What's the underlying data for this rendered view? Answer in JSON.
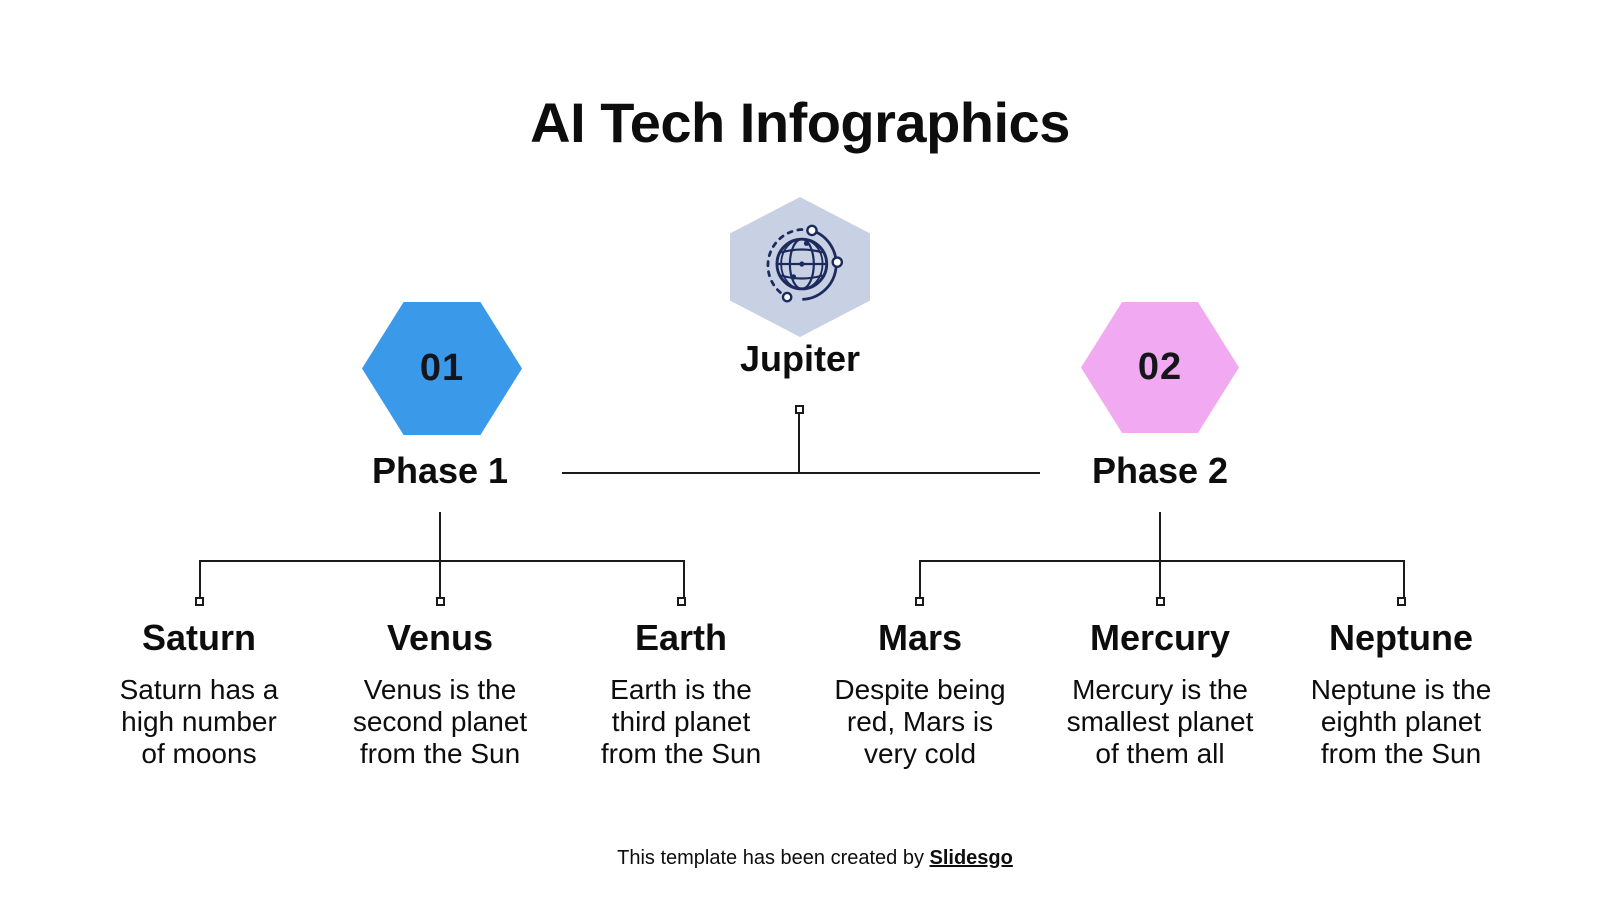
{
  "title": "AI Tech Infographics",
  "root": {
    "label": "Jupiter",
    "icon": "network-globe"
  },
  "phases": [
    {
      "number": "01",
      "label": "Phase 1",
      "hex_color": "#3a99e9",
      "planets": [
        {
          "name": "Saturn",
          "description": "Saturn has a high number of moons",
          "lines": [
            "Saturn has a",
            "high number",
            "of moons"
          ]
        },
        {
          "name": "Venus",
          "description": "Venus is the second planet from the Sun",
          "lines": [
            "Venus is the",
            "second planet",
            "from the Sun"
          ]
        },
        {
          "name": "Earth",
          "description": "Earth is the third planet from the Sun",
          "lines": [
            "Earth is the",
            "third planet",
            "from the Sun"
          ]
        }
      ]
    },
    {
      "number": "02",
      "label": "Phase 2",
      "hex_color": "#f1aaf1",
      "planets": [
        {
          "name": "Mars",
          "description": "Despite being red, Mars is very cold",
          "lines": [
            "Despite being",
            "red, Mars is",
            "very cold"
          ]
        },
        {
          "name": "Mercury",
          "description": "Mercury is the smallest planet of them all",
          "lines": [
            "Mercury is the",
            "smallest planet",
            "of them all"
          ]
        },
        {
          "name": "Neptune",
          "description": "Neptune is the eighth planet from the Sun",
          "lines": [
            "Neptune is the",
            "eighth planet",
            "from the Sun"
          ]
        }
      ]
    }
  ],
  "footer": {
    "text": "This template has been created by ",
    "brand": "Slidesgo"
  },
  "colors": {
    "root_hex_fill": "#c8d1e3",
    "icon_navy": "#1c2b5e",
    "phase1_blue": "#3a99e9",
    "phase2_pink": "#f1aaf1",
    "line": "#1a1a1a",
    "text": "#0d0d0d"
  }
}
